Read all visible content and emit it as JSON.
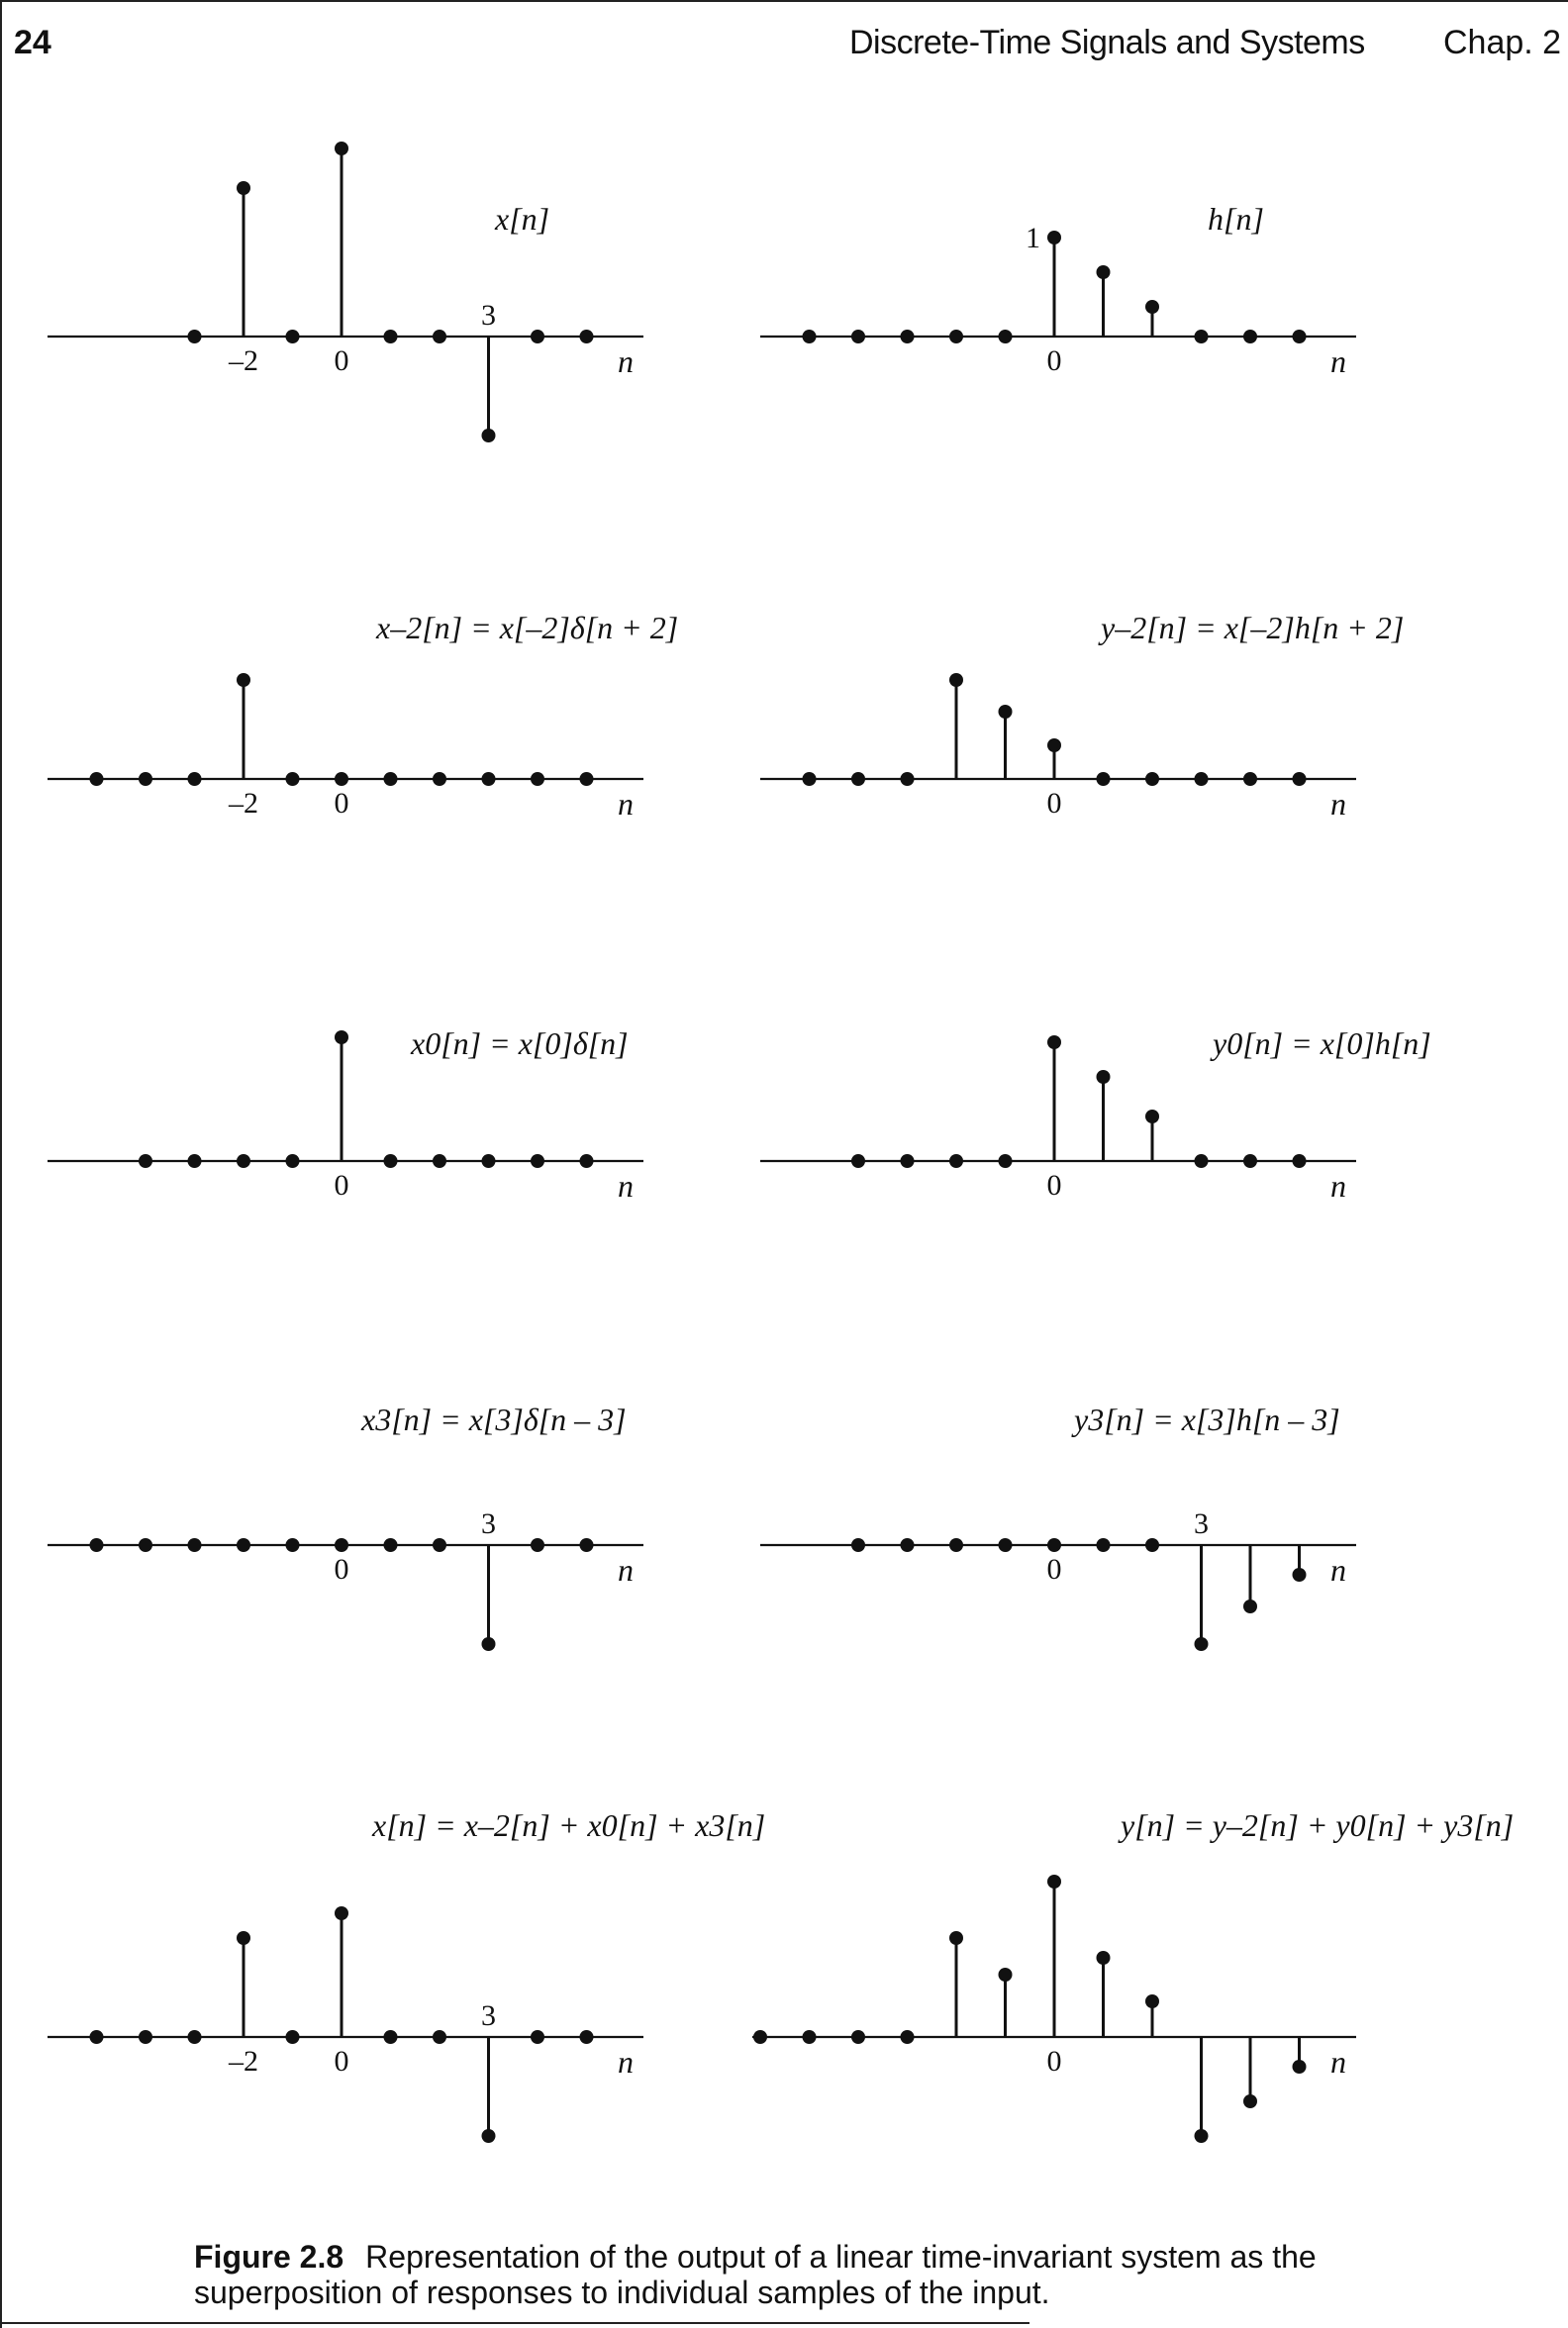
{
  "header": {
    "page_number": "24",
    "running_title": "Discrete-Time Signals and Systems",
    "chapter": "Chap. 2"
  },
  "axis_label": "n",
  "colors": {
    "ink": "#111111",
    "background": "#ffffff"
  },
  "plots": [
    {
      "id": "x",
      "label": "x[n]",
      "samples": [
        -3,
        -2,
        -1,
        0,
        1,
        2,
        3,
        4,
        5
      ],
      "values": {
        "-2": 1.5,
        "0": 1.9,
        "3": -1.0
      },
      "tick_labels": [
        {
          "n": -2,
          "text": "–2"
        },
        {
          "n": 0,
          "text": "0"
        }
      ],
      "above_labels": [
        {
          "n": 3,
          "text": "3"
        }
      ]
    },
    {
      "id": "h",
      "label": "h[n]",
      "samples": [
        -5,
        -4,
        -3,
        -2,
        -1,
        0,
        1,
        2,
        3,
        4,
        5
      ],
      "values": {
        "0": 1.0,
        "1": 0.65,
        "2": 0.3
      },
      "tick_labels": [
        {
          "n": 0,
          "text": "0"
        }
      ],
      "side_labels": [
        {
          "n": 0,
          "text": "1"
        }
      ]
    },
    {
      "id": "x_m2",
      "label": "x–2[n] = x[–2]δ[n + 2]",
      "samples": [
        -5,
        -4,
        -3,
        -2,
        -1,
        0,
        1,
        2,
        3,
        4,
        5
      ],
      "values": {
        "-2": 1.0
      },
      "tick_labels": [
        {
          "n": -2,
          "text": "–2"
        },
        {
          "n": 0,
          "text": "0"
        }
      ]
    },
    {
      "id": "y_m2",
      "label": "y–2[n] = x[–2]h[n + 2]",
      "samples": [
        -5,
        -4,
        -3,
        -2,
        -1,
        0,
        1,
        2,
        3,
        4,
        5
      ],
      "values": {
        "-2": 1.0,
        "-1": 0.68,
        "0": 0.34
      },
      "tick_labels": [
        {
          "n": 0,
          "text": "0"
        }
      ]
    },
    {
      "id": "x_0",
      "label": "x0[n] = x[0]δ[n]",
      "samples": [
        -4,
        -3,
        -2,
        -1,
        0,
        1,
        2,
        3,
        4,
        5
      ],
      "values": {
        "0": 1.25
      },
      "tick_labels": [
        {
          "n": 0,
          "text": "0"
        }
      ]
    },
    {
      "id": "y_0",
      "label": "y0[n] = x[0]h[n]",
      "samples": [
        -4,
        -3,
        -2,
        -1,
        0,
        1,
        2,
        3,
        4,
        5
      ],
      "values": {
        "0": 1.2,
        "1": 0.85,
        "2": 0.45
      },
      "tick_labels": [
        {
          "n": 0,
          "text": "0"
        }
      ]
    },
    {
      "id": "x_3",
      "label": "x3[n] = x[3]δ[n – 3]",
      "samples": [
        -5,
        -4,
        -3,
        -2,
        -1,
        0,
        1,
        2,
        3,
        4,
        5
      ],
      "values": {
        "3": -1.0
      },
      "tick_labels": [
        {
          "n": 0,
          "text": "0"
        }
      ],
      "above_labels": [
        {
          "n": 3,
          "text": "3"
        }
      ]
    },
    {
      "id": "y_3",
      "label": "y3[n] = x[3]h[n – 3]",
      "samples": [
        -4,
        -3,
        -2,
        -1,
        0,
        1,
        2,
        3,
        4,
        5
      ],
      "values": {
        "3": -1.0,
        "4": -0.62,
        "5": -0.3
      },
      "tick_labels": [
        {
          "n": 0,
          "text": "0"
        }
      ],
      "above_labels": [
        {
          "n": 3,
          "text": "3"
        }
      ]
    },
    {
      "id": "x_sum",
      "label": "x[n] = x–2[n] + x0[n] + x3[n]",
      "samples": [
        -5,
        -4,
        -3,
        -2,
        -1,
        0,
        1,
        2,
        3,
        4,
        5
      ],
      "values": {
        "-2": 1.0,
        "0": 1.25,
        "3": -1.0
      },
      "tick_labels": [
        {
          "n": -2,
          "text": "–2"
        },
        {
          "n": 0,
          "text": "0"
        }
      ],
      "above_labels": [
        {
          "n": 3,
          "text": "3"
        }
      ]
    },
    {
      "id": "y_sum",
      "label": "y[n] = y–2[n] + y0[n] + y3[n]",
      "samples": [
        -6,
        -5,
        -4,
        -3,
        -2,
        -1,
        0,
        1,
        2,
        3,
        4,
        5
      ],
      "values": {
        "-2": 1.0,
        "-1": 0.63,
        "0": 1.57,
        "1": 0.8,
        "2": 0.36,
        "3": -1.0,
        "4": -0.65,
        "5": -0.3
      },
      "tick_labels": [
        {
          "n": 0,
          "text": "0"
        }
      ]
    }
  ],
  "caption": {
    "label": "Figure 2.8",
    "text": "Representation of the output of a linear time-invariant system as the superposition of responses to individual samples of the input."
  }
}
